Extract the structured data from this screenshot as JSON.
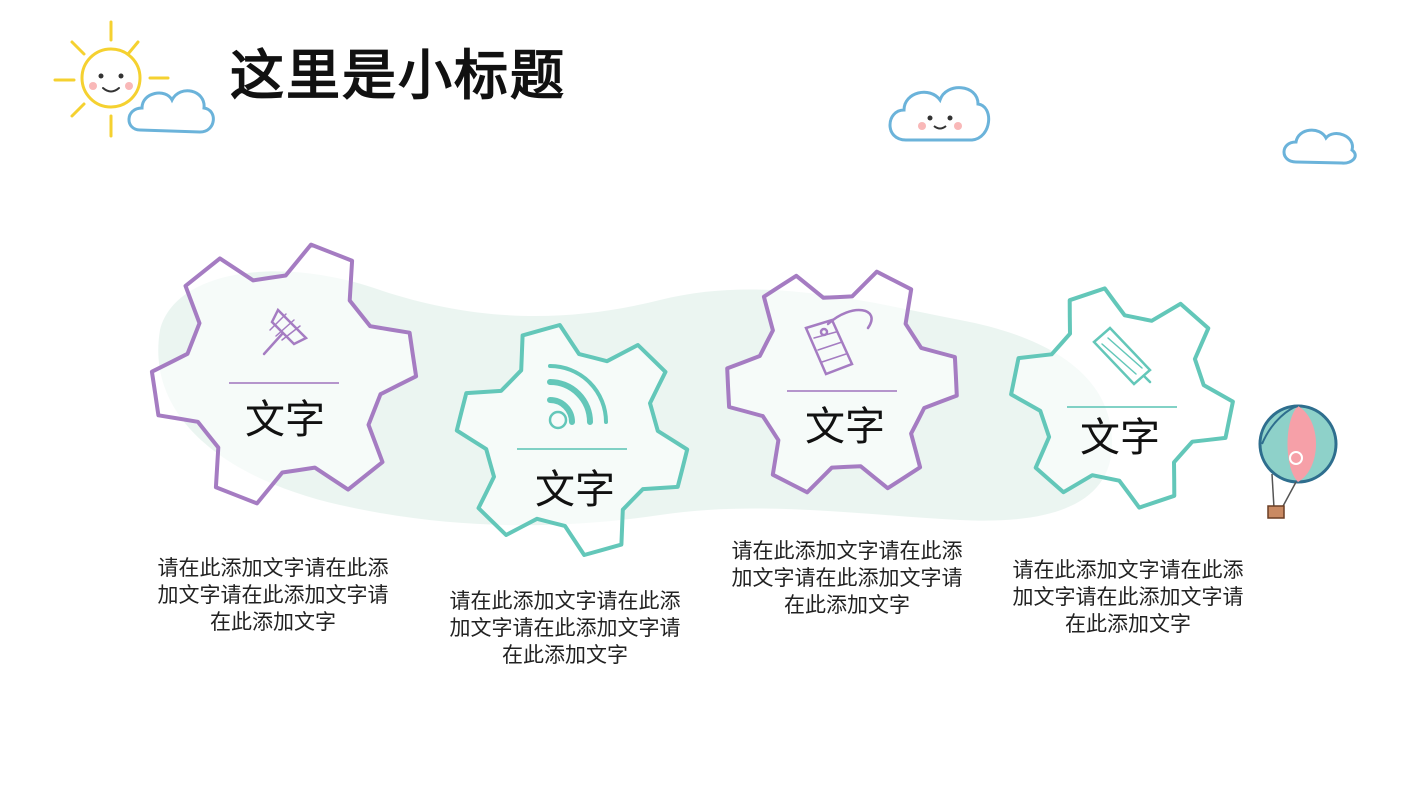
{
  "title": "这里是小标题",
  "colors": {
    "purple": "#A57CC2",
    "teal": "#63C7B9",
    "sun": "#F5D130",
    "cloud": "#6BB3DA",
    "blob": "#E7F3EF"
  },
  "gears": [
    {
      "label": "文字",
      "icon": "pushpin-icon",
      "color": "purple",
      "description": "请在此添加文字请在此添加文字请在此添加文字请在此添加文字"
    },
    {
      "label": "文字",
      "icon": "rss-feed-icon",
      "color": "teal",
      "description": "请在此添加文字请在此添加文字请在此添加文字请在此添加文字"
    },
    {
      "label": "文字",
      "icon": "price-tag-icon",
      "color": "purple",
      "description": "请在此添加文字请在此添加文字请在此添加文字请在此添加文字"
    },
    {
      "label": "文字",
      "icon": "battery-icon",
      "color": "teal",
      "description": "请在此添加文字请在此添加文字请在此添加文字请在此添加文字"
    }
  ]
}
